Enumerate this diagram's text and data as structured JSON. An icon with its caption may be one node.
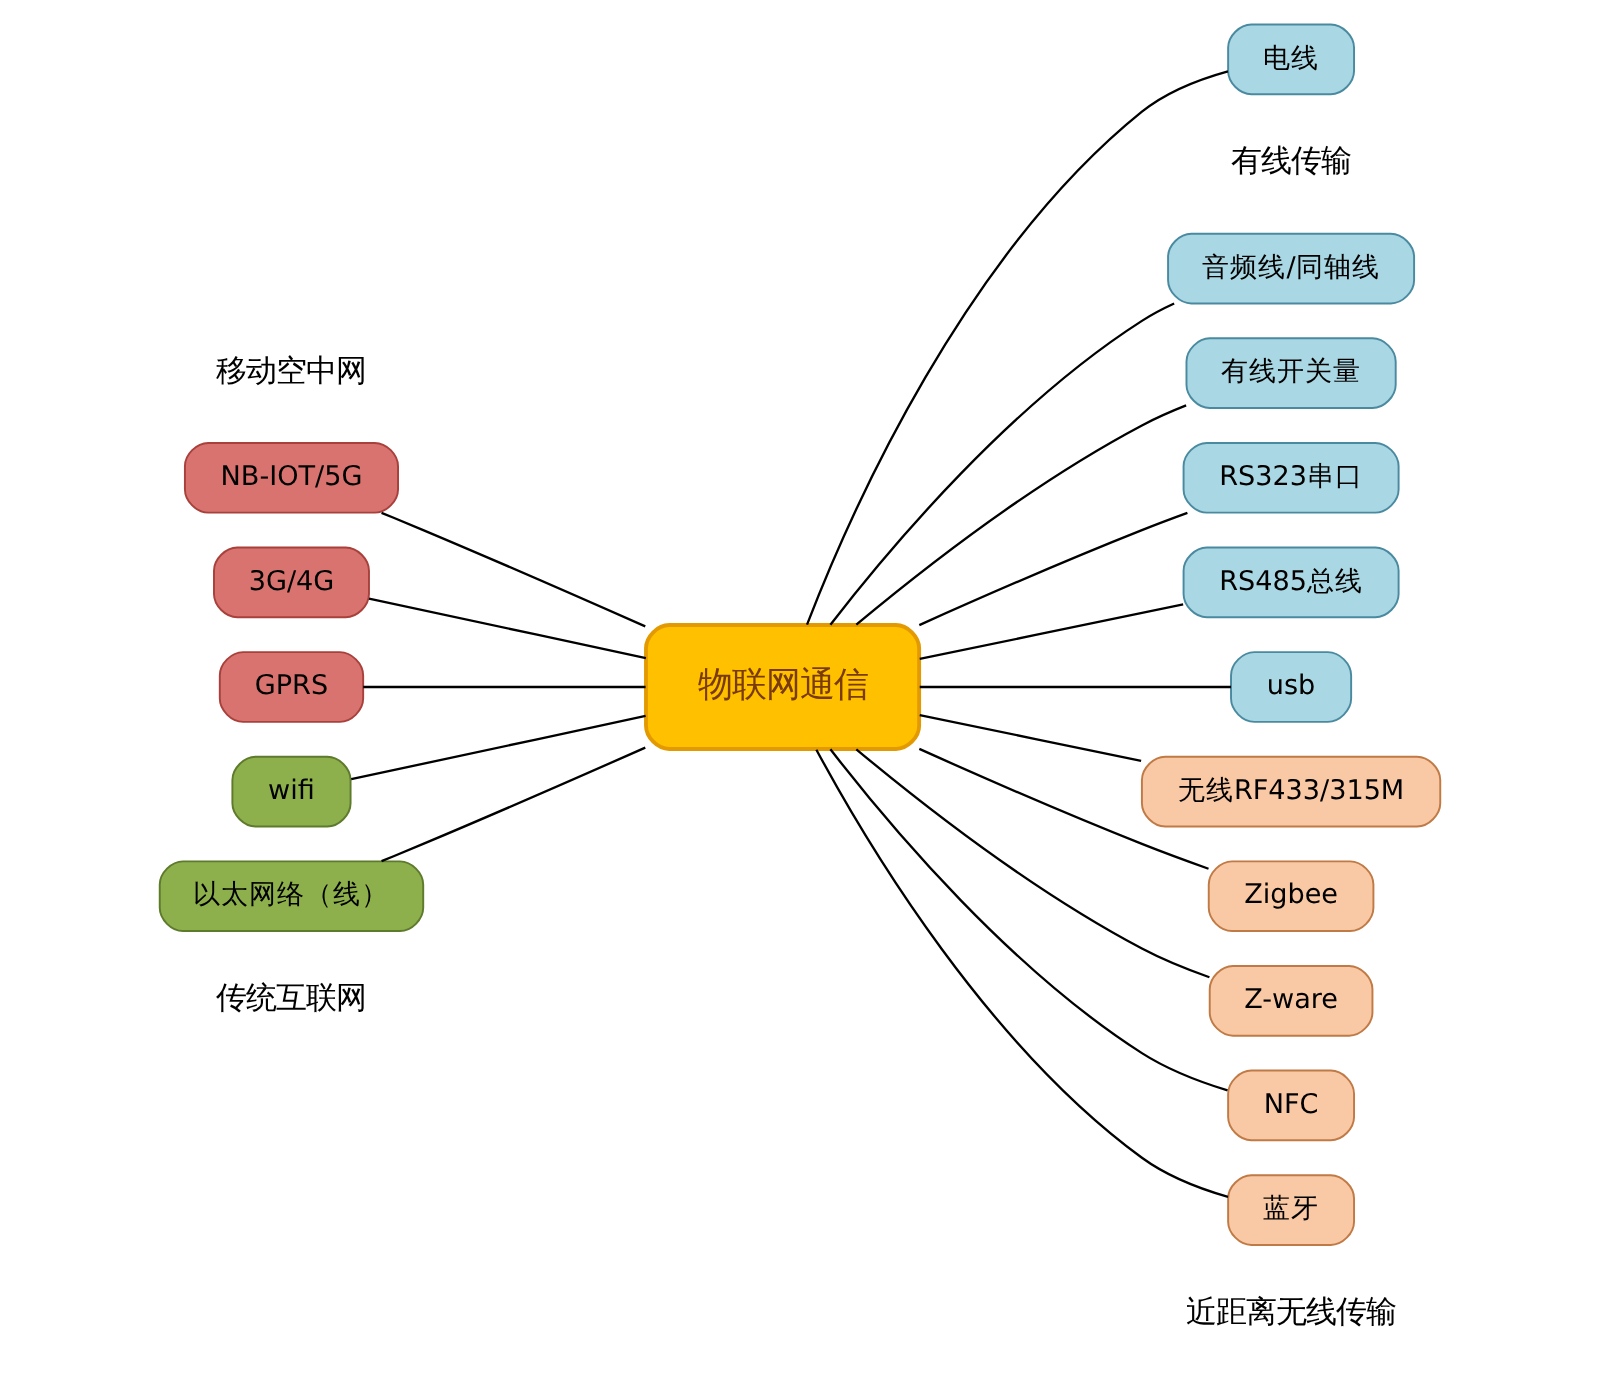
{
  "diagram": {
    "nodes": [
      {
        "text": [
          "物联网通信"
        ]
      },
      {
        "text": [
          "NB-IOT/5G"
        ]
      },
      {
        "text": [
          "3G/4G"
        ]
      },
      {
        "text": [
          "GPRS"
        ]
      },
      {
        "text": [
          "电线"
        ]
      },
      {
        "text": [
          "音频线/同轴线"
        ]
      },
      {
        "text": [
          "有线开关量"
        ]
      },
      {
        "text": [
          "RS323串口"
        ]
      },
      {
        "text": [
          "RS485总线"
        ]
      },
      {
        "text": [
          "usb"
        ]
      },
      {
        "text": [
          "wifi"
        ]
      },
      {
        "text": [
          "以太网络（线）"
        ]
      },
      {
        "text": [
          "无线RF433/315M"
        ]
      },
      {
        "text": [
          "Zigbee"
        ]
      },
      {
        "text": [
          "Z-ware"
        ]
      },
      {
        "text": [
          "NFC"
        ]
      },
      {
        "text": [
          "蓝牙"
        ]
      }
    ],
    "edges": [
      {
        "from": 0,
        "to": 1,
        "arrow": "none"
      },
      {
        "from": 0,
        "to": 2,
        "arrow": "none"
      },
      {
        "from": 0,
        "to": 3,
        "arrow": "none"
      },
      {
        "from": 0,
        "to": 4,
        "arrow": "none"
      },
      {
        "from": 0,
        "to": 5,
        "arrow": "none"
      },
      {
        "from": 0,
        "to": 6,
        "arrow": "none"
      },
      {
        "from": 0,
        "to": 7,
        "arrow": "none"
      },
      {
        "from": 0,
        "to": 8,
        "arrow": "none"
      },
      {
        "from": 0,
        "to": 9,
        "arrow": "none"
      },
      {
        "from": 0,
        "to": 10,
        "arrow": "none"
      },
      {
        "from": 0,
        "to": 11,
        "arrow": "none"
      },
      {
        "from": 0,
        "to": 12,
        "arrow": "none"
      },
      {
        "from": 0,
        "to": 13,
        "arrow": "none"
      },
      {
        "from": 0,
        "to": 14,
        "arrow": "none"
      },
      {
        "from": 0,
        "to": 15,
        "arrow": "none"
      },
      {
        "from": 0,
        "to": 16,
        "arrow": "none"
      }
    ],
    "labels": [
      "移动空中网",
      "有线传输",
      "传统互联网",
      "近距离无线传输"
    ]
  }
}
